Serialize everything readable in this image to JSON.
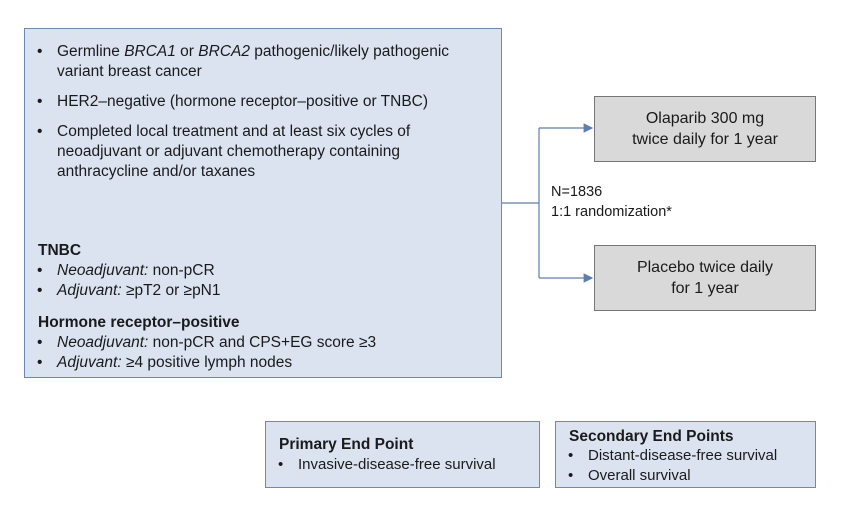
{
  "eligibility": {
    "criteria": [
      {
        "parts": [
          {
            "t": "Germline ",
            "i": false
          },
          {
            "t": "BRCA1",
            "i": true
          },
          {
            "t": " or ",
            "i": false
          },
          {
            "t": "BRCA2",
            "i": true
          },
          {
            "t": " pathogenic/likely pathogenic variant breast cancer",
            "i": false
          }
        ]
      },
      {
        "parts": [
          {
            "t": "HER2–negative (hormone receptor–positive or TNBC)",
            "i": false
          }
        ]
      },
      {
        "parts": [
          {
            "t": "Completed local treatment and at least six cycles of neoadjuvant or adjuvant chemotherapy containing anthracycline and/or taxanes",
            "i": false
          }
        ]
      }
    ],
    "tnbc": {
      "heading": "TNBC",
      "items": [
        {
          "label": "Neoadjuvant:",
          "text": " non-pCR"
        },
        {
          "label": "Adjuvant:",
          "text": " ≥pT2 or ≥pN1"
        }
      ]
    },
    "hr_positive": {
      "heading": "Hormone receptor–positive",
      "items": [
        {
          "label": "Neoadjuvant:",
          "text": " non-pCR and CPS+EG score ≥3"
        },
        {
          "label": "Adjuvant:",
          "text": " ≥4 positive lymph nodes"
        }
      ]
    }
  },
  "randomization": {
    "n": "N=1836",
    "ratio": "1:1 randomization*"
  },
  "arms": {
    "olaparib": {
      "line1": "Olaparib 300 mg",
      "line2": "twice daily for 1 year"
    },
    "placebo": {
      "line1": "Placebo twice daily",
      "line2": "for 1 year"
    }
  },
  "endpoints": {
    "primary": {
      "title": "Primary End Point",
      "items": [
        "Invasive-disease-free survival"
      ]
    },
    "secondary": {
      "title": "Secondary End Points",
      "items": [
        "Distant-disease-free survival",
        "Overall survival"
      ]
    }
  },
  "colors": {
    "box_fill": "#dbe3f1",
    "box_border": "#6d89b5",
    "arm_fill": "#d9d9d9",
    "arrow": "#5b7fb5"
  }
}
